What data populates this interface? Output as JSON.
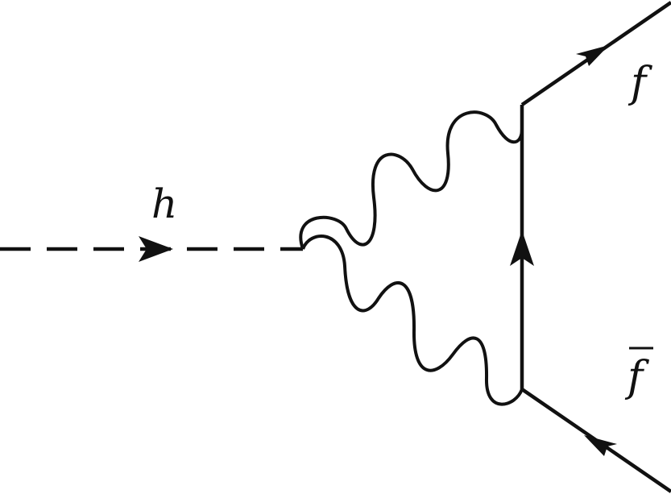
{
  "diagram": {
    "type": "feynman-diagram",
    "particles": {
      "higgs_label": "h",
      "fermion_label": "f",
      "antifermion_label": "f",
      "antifermion_bar": "‾"
    },
    "lines": [
      {
        "name": "higgs-propagator",
        "style": "dashed"
      },
      {
        "name": "upper-boson-propagator",
        "style": "wavy"
      },
      {
        "name": "lower-boson-propagator",
        "style": "wavy"
      },
      {
        "name": "internal-fermion-propagator",
        "style": "solid"
      },
      {
        "name": "outgoing-fermion",
        "style": "solid"
      },
      {
        "name": "outgoing-antifermion",
        "style": "solid"
      }
    ],
    "colors": {
      "ink": "#111111",
      "background": "#ffffff"
    }
  }
}
